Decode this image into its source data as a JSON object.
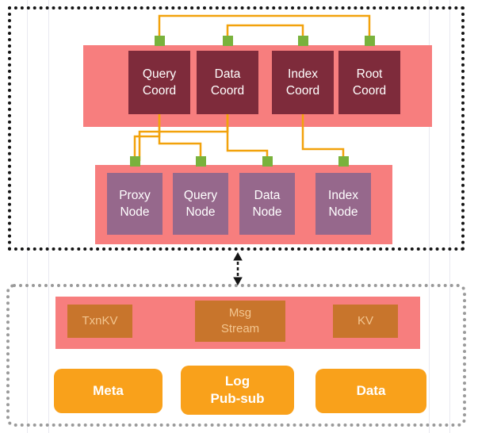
{
  "palette": {
    "salmon": "#f77e7e",
    "coord": "#7e2b3b",
    "wnode": "#96688c",
    "green": "#79b23c",
    "wire": "#f2a20c",
    "store": "#c8752c",
    "storetext": "#f3c690",
    "orange": "#f9a11b",
    "ink": "#141414",
    "gray": "#9a9a9a"
  },
  "upper": {
    "coordinators": [
      {
        "label": "Query\nCoord"
      },
      {
        "label": "Data\nCoord"
      },
      {
        "label": "Index\nCoord"
      },
      {
        "label": "Root\nCoord"
      }
    ],
    "nodes": [
      {
        "label": "Proxy\nNode"
      },
      {
        "label": "Query\nNode"
      },
      {
        "label": "Data\nNode"
      },
      {
        "label": "Index\nNode"
      }
    ]
  },
  "lower": {
    "services": [
      {
        "label": "TxnKV"
      },
      {
        "label": "Msg\nStream"
      },
      {
        "label": "KV"
      }
    ],
    "backends": [
      {
        "label": "Meta"
      },
      {
        "label": "Log\nPub-sub"
      },
      {
        "label": "Data"
      }
    ]
  }
}
